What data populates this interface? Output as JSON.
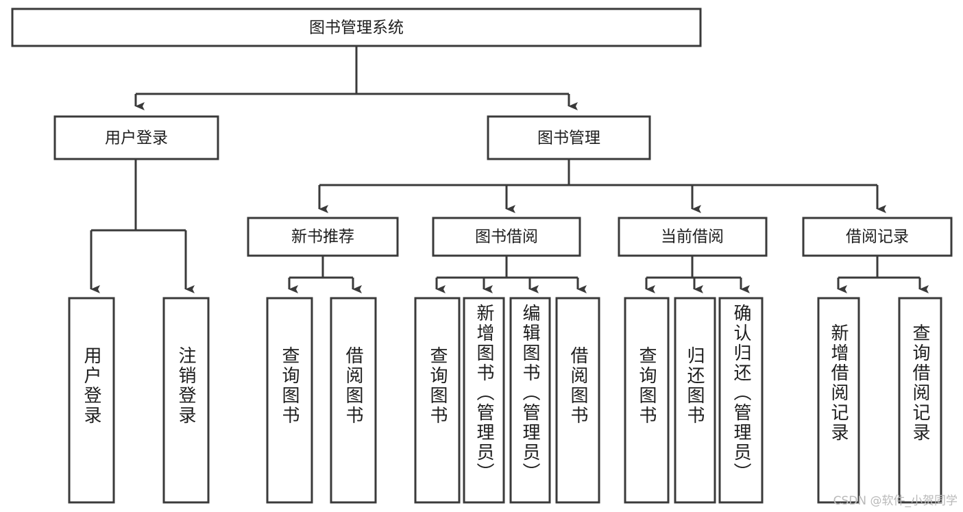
{
  "diagram": {
    "title": "图书管理系统",
    "type": "hierarchy-tree",
    "watermark": "CSDN @软件_小贺同学",
    "colors": {
      "stroke": "#3a3a3a",
      "fill": "#ffffff",
      "text": "#1d1d1d",
      "watermark": "#b9b9b9"
    },
    "root": {
      "label": "图书管理系统"
    },
    "level2": [
      {
        "label": "用户登录"
      },
      {
        "label": "图书管理"
      }
    ],
    "level3": [
      {
        "label": "新书推荐"
      },
      {
        "label": "图书借阅"
      },
      {
        "label": "当前借阅"
      },
      {
        "label": "借阅记录"
      }
    ],
    "leaves": {
      "user_login": [
        {
          "label": "用户登录"
        },
        {
          "label": "注销登录"
        }
      ],
      "new_book_recommend": [
        {
          "label": "查询图书"
        },
        {
          "label": "借阅图书"
        }
      ],
      "book_borrow": [
        {
          "label": "查询图书"
        },
        {
          "label": "新增图书（管理员）"
        },
        {
          "label": "编辑图书（管理员）"
        },
        {
          "label": "借阅图书"
        }
      ],
      "current_borrow": [
        {
          "label": "查询图书"
        },
        {
          "label": "归还图书"
        },
        {
          "label": "确认归还（管理员）"
        }
      ],
      "borrow_record": [
        {
          "label": "新增借阅记录"
        },
        {
          "label": "查询借阅记录"
        }
      ]
    }
  }
}
